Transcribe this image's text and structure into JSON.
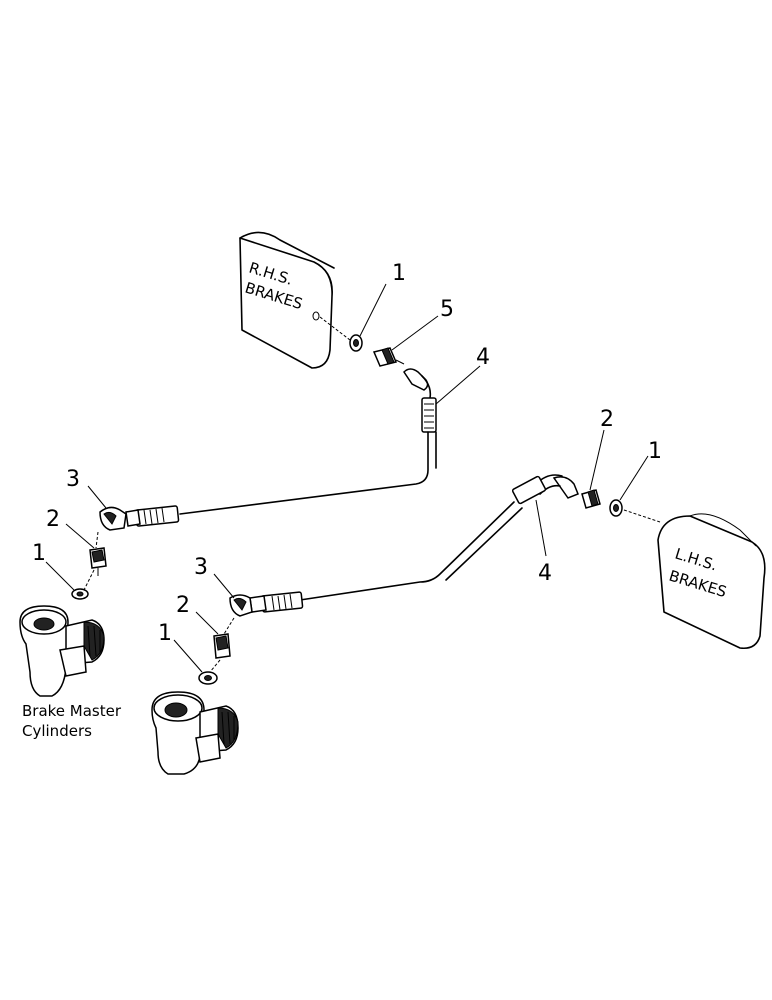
{
  "labels": {
    "rhs_line1": "R.H.S.",
    "rhs_line2": "BRAKES",
    "lhs_line1": "L.H.S.",
    "lhs_line2": "BRAKES",
    "caption_line1": "Brake Master",
    "caption_line2": "Cylinders"
  },
  "callouts": {
    "rhs_washer": "1",
    "rhs_adapter": "5",
    "rhs_hose": "4",
    "lhs_adapter": "2",
    "lhs_washer": "1",
    "lhs_hose": "4",
    "left_elbow": "3",
    "left_adapter": "2",
    "left_washer": "1",
    "mid_elbow": "3",
    "mid_adapter": "2",
    "mid_washer": "1"
  }
}
